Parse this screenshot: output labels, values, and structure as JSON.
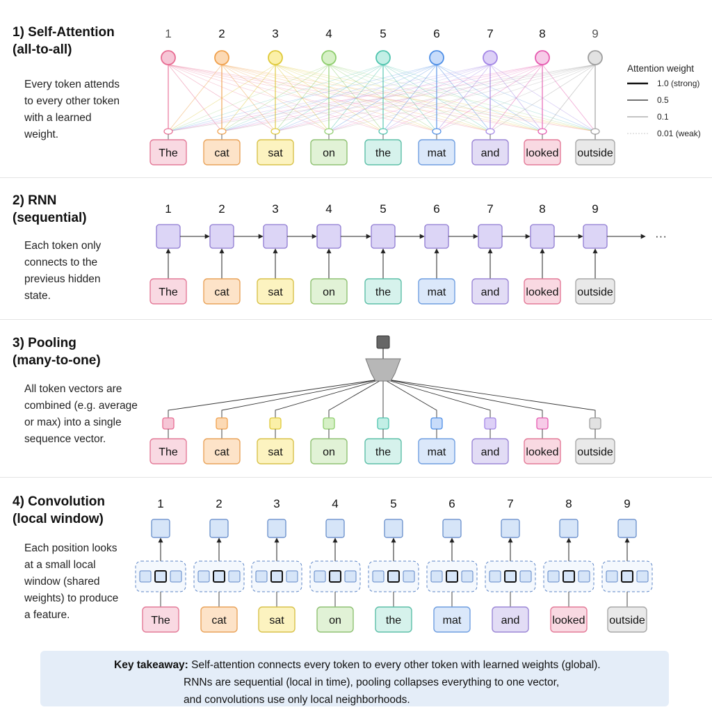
{
  "tokens": [
    "The",
    "cat",
    "sat",
    "on",
    "the",
    "mat",
    "and",
    "looked",
    "outside"
  ],
  "positions": [
    "1",
    "2",
    "3",
    "4",
    "5",
    "6",
    "7",
    "8",
    "9"
  ],
  "colors": {
    "fills": [
      "#f9d9e2",
      "#fde3c8",
      "#fcf3c0",
      "#e1f2d6",
      "#d6f2ec",
      "#dbe8fa",
      "#e2dcf5",
      "#f9d9e2",
      "#e9e9e9"
    ],
    "strokes": [
      "#e37a98",
      "#e9a35a",
      "#d8c24a",
      "#8fc173",
      "#5dbfa8",
      "#6f9ee0",
      "#9b86d6",
      "#e37a98",
      "#a7a7a7"
    ],
    "node_strokes": [
      "#e86d93",
      "#f0a14d",
      "#dfc93a",
      "#8fce6e",
      "#4fc4ae",
      "#4f8fe6",
      "#a386e6",
      "#e65bb0",
      "#9e9e9e"
    ],
    "node_fills": [
      "#f6c6d6",
      "#fcd9b4",
      "#fbf0a8",
      "#d6f0c6",
      "#c2efe6",
      "#c8dcfa",
      "#ddd0f7",
      "#f7cbe8",
      "#e2e2e2"
    ],
    "rnn_fill": "#dcd5f6",
    "rnn_stroke": "#8e7ad1",
    "conv_fill": "#d6e5f8",
    "conv_stroke": "#5c85c6"
  },
  "sections": {
    "attention": {
      "title": "1) Self-Attention\n(all-to-all)",
      "desc": "Every token attends\nto every other token\nwith a learned\nweight."
    },
    "rnn": {
      "title": "2) RNN\n(sequential)",
      "desc": "Each token only\nconnects to the\nprevieus hidden\nstate.",
      "ellipsis": "···"
    },
    "pooling": {
      "title": "3) Pooling\n(many-to-one)",
      "desc": "All token vectors are\ncombined (e.g. average\nor max) into a single\nsequence vector."
    },
    "convolution": {
      "title": "4) Convolution\n(local window)",
      "desc": "Each position looks\nat a small local\nwindow (shared\nweights) to produce\na feature."
    }
  },
  "legend": {
    "title": "Attention weight",
    "items": [
      {
        "label": "1.0 (strong)",
        "width": 2.6,
        "color": "#111111",
        "dash": ""
      },
      {
        "label": "0.5",
        "width": 1.4,
        "color": "#444444",
        "dash": ""
      },
      {
        "label": "0.1",
        "width": 0.9,
        "color": "#888888",
        "dash": ""
      },
      {
        "label": "0.01 (weak)",
        "width": 0.7,
        "color": "#bbbbbb",
        "dash": "2,2"
      }
    ]
  },
  "takeaway": {
    "bold": "Key takeaway:",
    "line1": " Self-attention connects every token to every other token with learned weights (global).",
    "line2": "RNNs are sequential (local in time), pooling collapses everything to one vector,",
    "line3": "and convolutions use only local neighborhoods."
  }
}
